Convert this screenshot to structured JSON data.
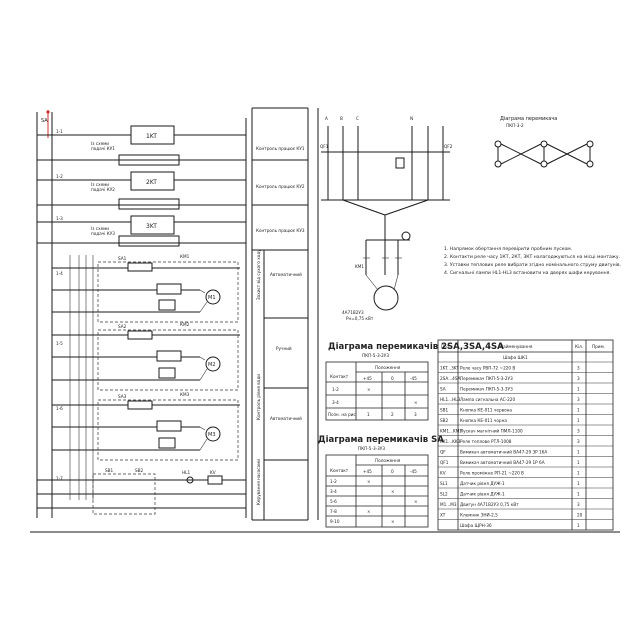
{
  "left_panel": {
    "ladder_labels": [
      "SA",
      "1-1",
      "1-2",
      "1-3",
      "1-4",
      "1-5",
      "1-6",
      "1-7"
    ],
    "blocks": [
      {
        "relay": "1KT",
        "caption": "Контроль працює КУ1"
      },
      {
        "relay": "2KT",
        "caption": "Контроль працює КУ2"
      },
      {
        "relay": "3KT",
        "caption": "Контроль працює КУ3"
      }
    ],
    "branches": [
      {
        "switch": "SA1",
        "relay": "КМ1",
        "section_label": "Автоматичний",
        "motor": "M1"
      },
      {
        "switch": "SA2",
        "relay": "КМ2",
        "section_label": "Ручний",
        "motor": "M2"
      },
      {
        "switch": "SA3",
        "relay": "КМ3",
        "section_label": "Автоматичний",
        "motor": "M3"
      }
    ],
    "side_labels": [
      "Контроль рівня води",
      "Захист від сухого ходу",
      "Керування насосами"
    ],
    "bottom_labels": [
      "SB1",
      "SB2",
      "HL1",
      "KV"
    ]
  },
  "power_circuit": {
    "phases": [
      "A",
      "B",
      "C",
      "N"
    ],
    "breakers": [
      "QF1",
      "QF2"
    ],
    "contactor": "KM1",
    "motor_label": "4А71В2У3",
    "motor_sub": "Pн=0,75 кВт"
  },
  "switch_diagram": {
    "title": "Діаграма перемикача",
    "subtitle": "ПКП-3-2"
  },
  "notes": [
    "1. Напрямок обертання перевірити пробним пуском.",
    "2. Контакти реле часу 1КТ, 2КТ, 3КТ налагоджуються на місці монтажу.",
    "3. Уставки теплових реле вибрати згідно номінального струму двигунів.",
    "4. Сигнальні лампи HL1-HL3 встановити на дверях шафи керування."
  ],
  "tables": {
    "switches_1": {
      "title": "Діаграма перемикачів 2SA,3SA,4SA",
      "subtitle": "ПКП-5-3-2У3",
      "headers": [
        "Контакт",
        "Положення"
      ],
      "sub_headers": [
        "",
        "+45",
        "0",
        "-45"
      ],
      "rows": [
        [
          "1-2",
          "×",
          "",
          ""
        ],
        [
          "3-4",
          "",
          "",
          "×"
        ],
        [
          "Позн. на рис",
          "1",
          "2",
          "3"
        ]
      ]
    },
    "switches_2": {
      "title": "Діаграма перемикачів SA",
      "subtitle": "ПКП-5-3-3У3",
      "headers": [
        "Контакт",
        "Положення"
      ],
      "sub_headers": [
        "",
        "+45",
        "0",
        "-45"
      ],
      "rows": [
        [
          "1-2",
          "×",
          "",
          ""
        ],
        [
          "3-4",
          "",
          "×",
          ""
        ],
        [
          "5-6",
          "",
          "",
          "×"
        ],
        [
          "7-8",
          "×",
          "",
          ""
        ],
        [
          "9-10",
          "",
          "×",
          ""
        ]
      ]
    },
    "spec": {
      "headers": [
        "Поз.",
        "Найменування",
        "Кіл.",
        "Прим."
      ],
      "group_title": "Шафа ШК1",
      "rows": [
        [
          "1KT...3KT",
          "Реле часу РВП-72 ~220 В",
          "3",
          ""
        ],
        [
          "2SA...4SA",
          "Перемикач ПКП-5-3-2У3",
          "3",
          ""
        ],
        [
          "SA",
          "Перемикач ПКП-5-3-3У3",
          "1",
          ""
        ],
        [
          "HL1...HL3",
          "Лампа сигнальна АС-220",
          "3",
          ""
        ],
        [
          "SB1",
          "Кнопка КЕ-011 червона",
          "1",
          ""
        ],
        [
          "SB2",
          "Кнопка КЕ-011 чорна",
          "1",
          ""
        ],
        [
          "KM1...KM3",
          "Пускач магнітний ПМЛ-1100",
          "3",
          ""
        ],
        [
          "KK1...KK3",
          "Реле теплове РТЛ-1008",
          "3",
          ""
        ],
        [
          "QF",
          "Вимикач автоматичний ВА47-29 3P 16А",
          "1",
          ""
        ],
        [
          "QF1",
          "Вимикач автоматичний ВА47-29 1P 6А",
          "1",
          ""
        ],
        [
          "KV",
          "Реле проміжне РП-21 ~220 В",
          "1",
          ""
        ],
        [
          "SL1",
          "Датчик рівня ДУЖ-1",
          "1",
          ""
        ],
        [
          "SL2",
          "Датчик рівня ДУЖ-1",
          "1",
          ""
        ],
        [
          "M1...M3",
          "Двигун 4А71В2У3 0,75 кВт",
          "3",
          ""
        ],
        [
          "XT",
          "Клемник ЗНИ-2,5",
          "20",
          ""
        ],
        [
          "",
          "Шафа ЩРН-36",
          "1",
          ""
        ]
      ]
    }
  }
}
